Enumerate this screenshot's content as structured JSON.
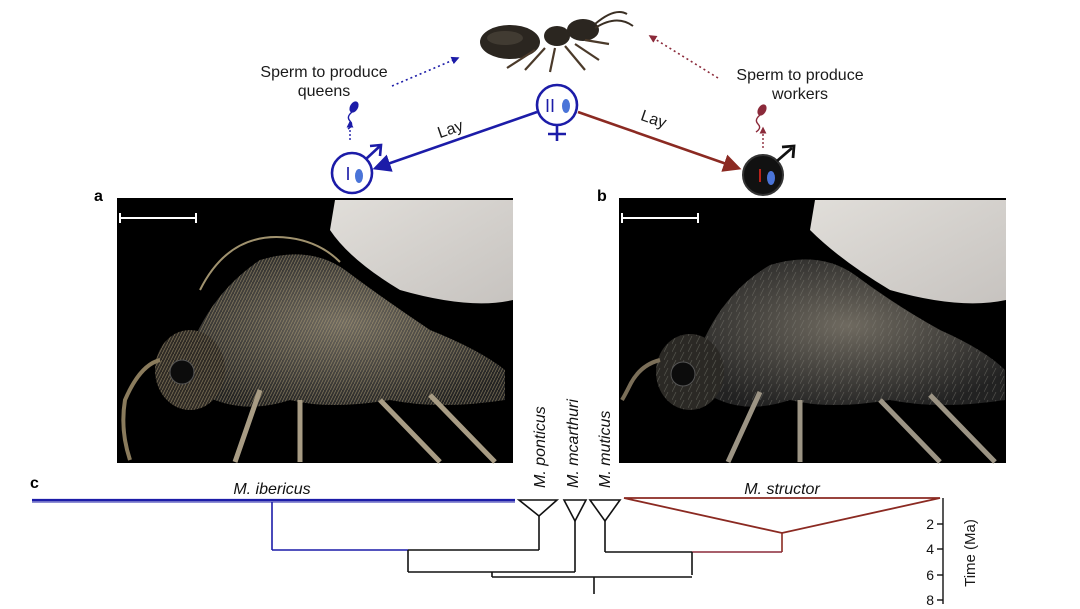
{
  "panels": {
    "a": "a",
    "b": "b",
    "c": "c"
  },
  "top_diagram": {
    "left_label_line1": "Sperm to produce",
    "left_label_line2": "queens",
    "right_label_line1": "Sperm to produce",
    "right_label_line2": "workers",
    "lay_left": "Lay",
    "lay_right": "Lay",
    "queen_symbol_text": "II",
    "left_male_symbol_text": "I",
    "right_male_symbol_text": "I",
    "colors": {
      "queen_lineage": "#1c1ca8",
      "worker_lineage": "#8b2a22",
      "worker_sperm": "#8b2a3a",
      "black_male": "#111111"
    },
    "icons": [
      "ant-icon",
      "sperm-icon",
      "female-symbol-icon",
      "male-symbol-icon"
    ]
  },
  "photos": {
    "a_description_icon": "male-ant-photo-hairy",
    "b_description_icon": "male-ant-photo-less-hairy"
  },
  "tree": {
    "species": {
      "ibericus": "M. ibericus",
      "ponticus": "M. ponticus",
      "mcarthuri": "M. mcarthuri",
      "muticus": "M. muticus",
      "structor": "M. structor"
    },
    "axis_label": "Time (Ma)",
    "ticks": [
      "2",
      "4",
      "6",
      "8"
    ],
    "colors": {
      "ibericus": "#1c1ca8",
      "structor": "#8b2a22",
      "neutral": "#111111"
    }
  }
}
